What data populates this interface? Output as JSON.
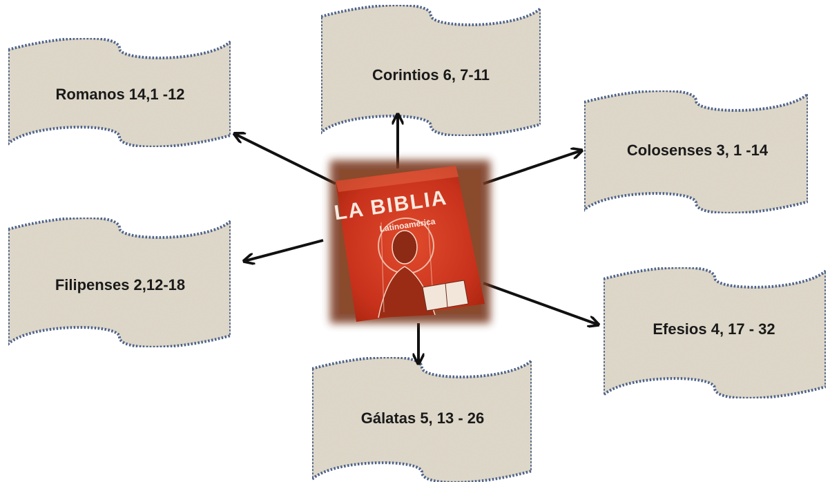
{
  "diagram": {
    "center_image": {
      "title_text": "LA BIBLIA",
      "subtitle_text": "Latinoamérica"
    },
    "nodes": [
      {
        "id": "romanos",
        "label": "Romanos 14,1 -12"
      },
      {
        "id": "corintios",
        "label": "Corintios 6, 7-11"
      },
      {
        "id": "colosenses",
        "label": "Colosenses 3, 1 -14"
      },
      {
        "id": "filipenses",
        "label": "Filipenses 2,12-18"
      },
      {
        "id": "efesios",
        "label": "Efesios 4, 17 - 32"
      },
      {
        "id": "galatas",
        "label": "Gálatas 5, 13 - 26"
      }
    ],
    "colors": {
      "banner_fill": "#e2dccd",
      "banner_border": "#3f5b8a",
      "arrow": "#111111",
      "book_red": "#d63a22"
    }
  }
}
